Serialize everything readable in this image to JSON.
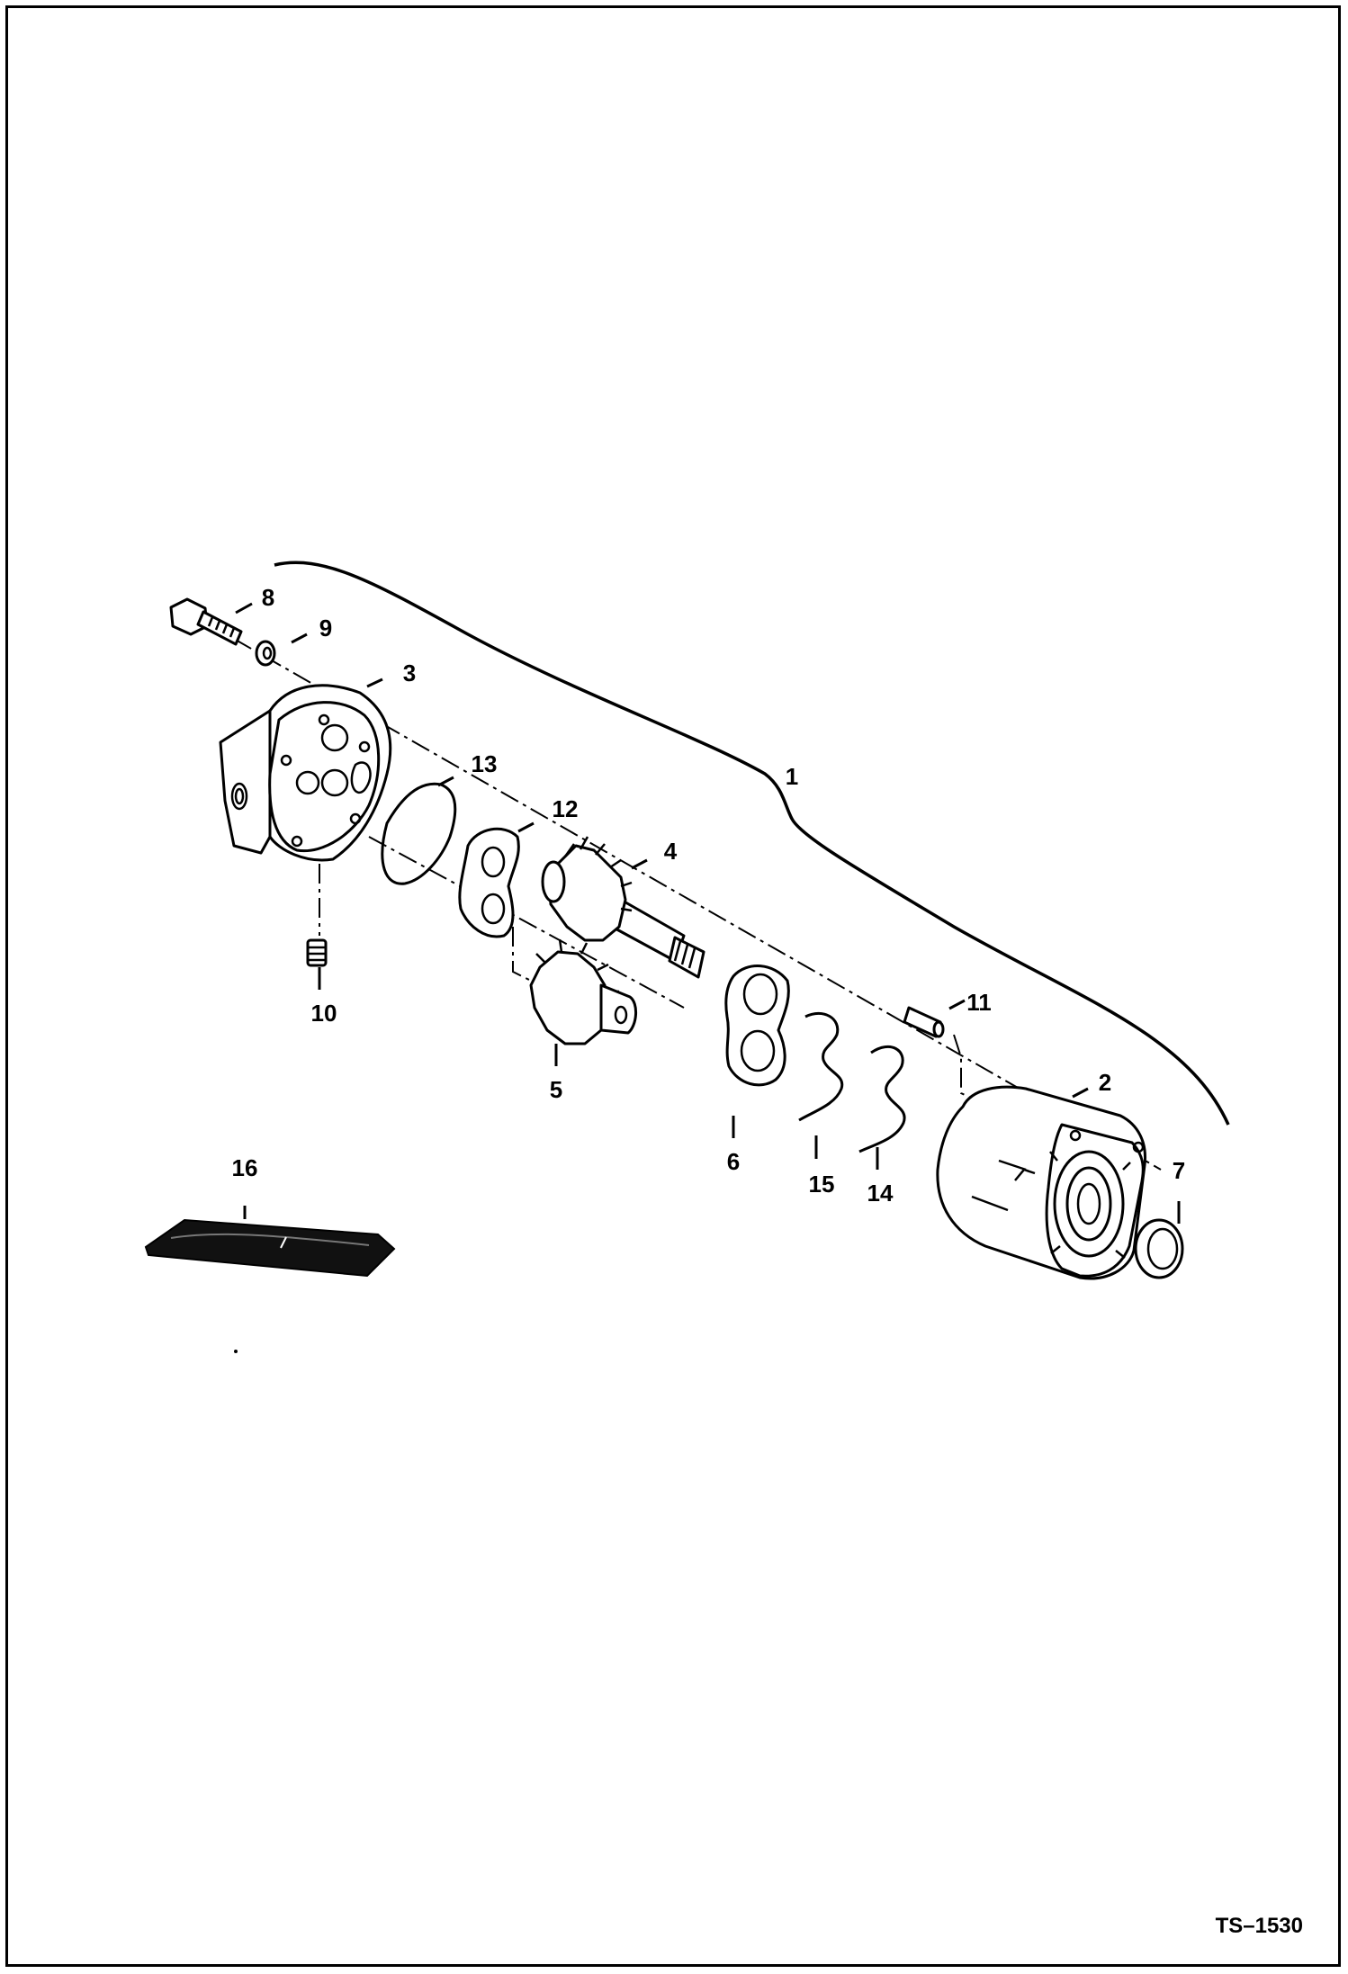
{
  "document_id": "TS–1530",
  "callouts": {
    "c1": "1",
    "c2": "2",
    "c3": "3",
    "c4": "4",
    "c5": "5",
    "c6": "6",
    "c7": "7",
    "c8": "8",
    "c9": "9",
    "c10": "10",
    "c11": "11",
    "c12": "12",
    "c13": "13",
    "c14": "14",
    "c15": "15",
    "c16": "16"
  }
}
